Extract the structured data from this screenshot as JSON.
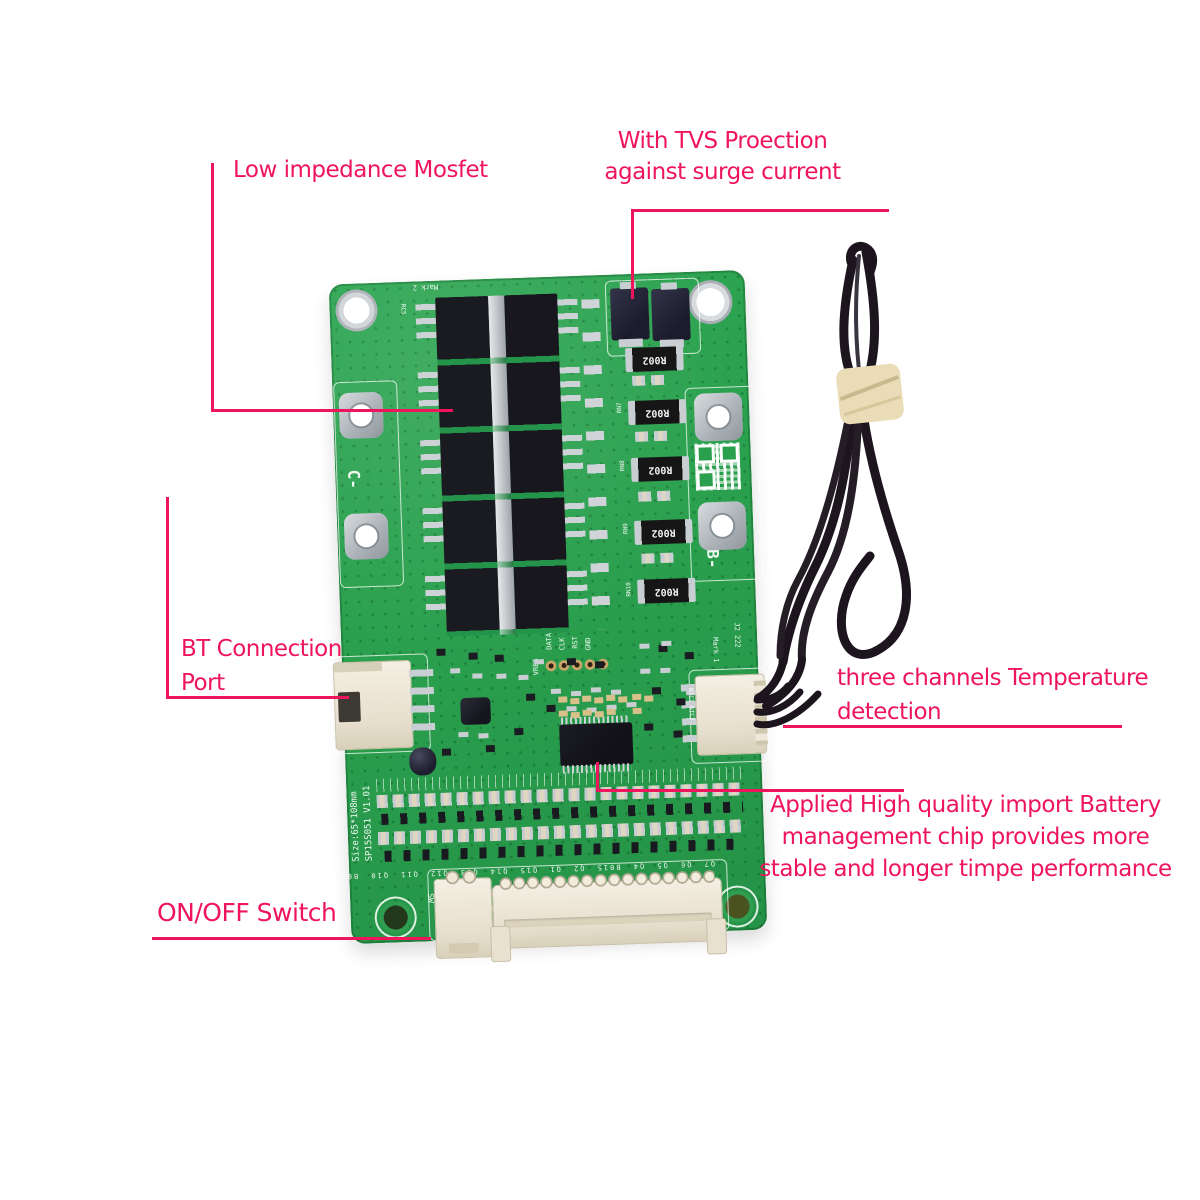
{
  "colors": {
    "annotation_pink": "#ef155d",
    "board_green": "#2aa04e",
    "background": "#ffffff"
  },
  "annotations": {
    "mosfet": {
      "lines": [
        "Low impedance Mosfet"
      ]
    },
    "tvs": {
      "lines": [
        "With TVS Proection",
        "against surge current"
      ]
    },
    "bt_port": {
      "lines": [
        "BT Connection",
        "Port"
      ]
    },
    "temperature": {
      "lines": [
        "three channels Temperature",
        "detection"
      ]
    },
    "bms_chip": {
      "lines": [
        "Applied High quality import Battery",
        "management chip provides more",
        "stable and longer timpe performance"
      ]
    },
    "switch": {
      "lines": [
        "ON/OFF Switch"
      ]
    }
  },
  "board": {
    "silkscreen": {
      "mark2": "Mark 2",
      "mark1": "Mark 1",
      "c_negative": "C-",
      "b_negative": "B-",
      "j2": "J2 222",
      "ntc": "NTC1 NTC2",
      "sw": "SW",
      "rc5": "RC5",
      "size_label": "Size:65*108mm",
      "model_label": "SP15S051 V1.01",
      "bottom_row": "Q7 Q6 Q5 Q4 B015 Q2 Q1 Q15 Q14 Q13 Q12 Q11 Q10 B00",
      "prog": [
        "VREG",
        "DATA",
        "CLK",
        "RST",
        "GND"
      ],
      "shunt_refs": [
        "RN7",
        "RN8",
        "RN9",
        "RN10"
      ]
    },
    "shunt_value": "R002"
  }
}
